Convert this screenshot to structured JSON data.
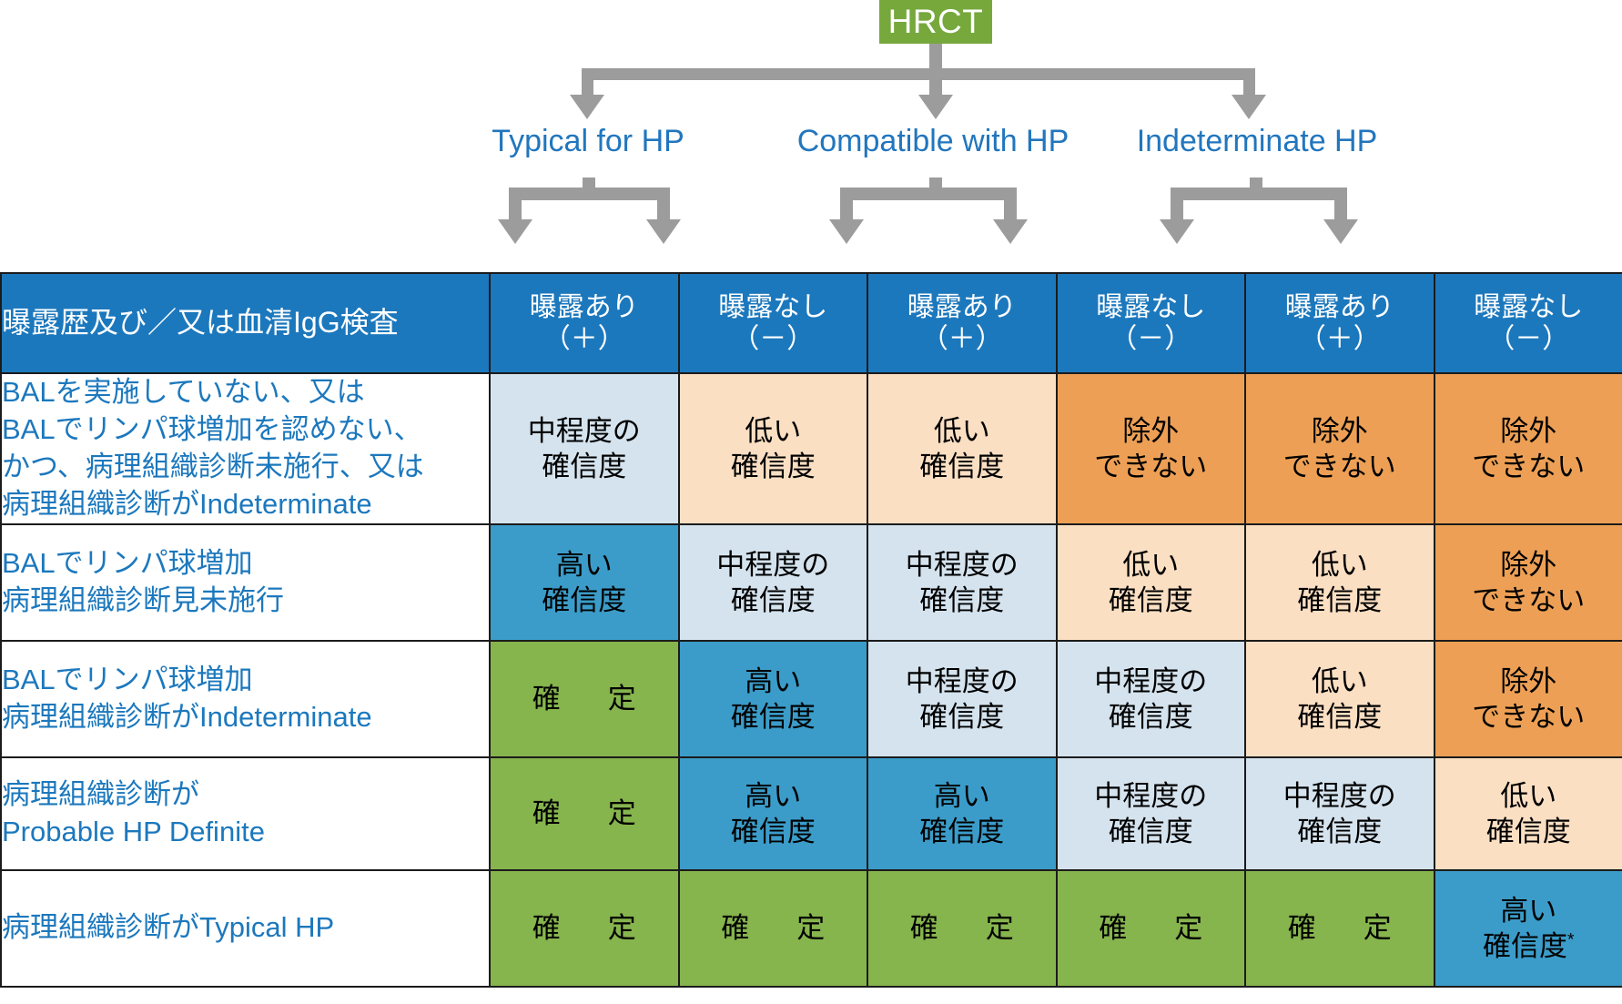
{
  "flowchart": {
    "root": {
      "label": "HRCT",
      "color": "#76a83c"
    },
    "branches": [
      {
        "label": "Typical for HP"
      },
      {
        "label": "Compatible with HP"
      },
      {
        "label": "Indeterminate HP"
      }
    ],
    "connector_color": "#9c9c9c",
    "branch_text_color": "#2176bd"
  },
  "table": {
    "header": {
      "row_label_header": "曝露歴及び／又は血清IgG検査",
      "columns": [
        {
          "line1": "曝露あり",
          "line2": "（＋）"
        },
        {
          "line1": "曝露なし",
          "line2": "（－）"
        },
        {
          "line1": "曝露あり",
          "line2": "（＋）"
        },
        {
          "line1": "曝露なし",
          "line2": "（－）"
        },
        {
          "line1": "曝露あり",
          "line2": "（＋）"
        },
        {
          "line1": "曝露なし",
          "line2": "（－）"
        }
      ],
      "bg": "#1c78bd",
      "fg": "#ffffff"
    },
    "legend_fills": {
      "confident": {
        "name": "確定",
        "color": "#86b44d",
        "text": "#ffffff"
      },
      "high": {
        "name": "高い確信度",
        "color": "#3b9cc9",
        "text": "#ffffff"
      },
      "moderate": {
        "name": "中程度の確信度",
        "color": "#d5e3ee",
        "text": "#000000"
      },
      "low": {
        "name": "低い確信度",
        "color": "#fbdfc3",
        "text": "#000000"
      },
      "cannot": {
        "name": "除外できない",
        "color": "#eda055",
        "text": "#000000"
      }
    },
    "rows": [
      {
        "label_lines": [
          "BALを実施していない、又は",
          "BALでリンパ球増加を認めない、",
          "かつ、病理組織診断未施行、又は",
          "病理組織診断がIndeterminate"
        ],
        "cells": [
          {
            "line1": "中程度の",
            "line2": "確信度",
            "fill": "fill-lightblue"
          },
          {
            "line1": "低い",
            "line2": "確信度",
            "fill": "fill-peach"
          },
          {
            "line1": "低い",
            "line2": "確信度",
            "fill": "fill-peach"
          },
          {
            "line1": "除外",
            "line2": "できない",
            "fill": "fill-orange"
          },
          {
            "line1": "除外",
            "line2": "できない",
            "fill": "fill-orange"
          },
          {
            "line1": "除外",
            "line2": "できない",
            "fill": "fill-orange"
          }
        ]
      },
      {
        "label_lines": [
          "BALでリンパ球増加",
          "病理組織診断見未施行"
        ],
        "cells": [
          {
            "line1": "高い",
            "line2": "確信度",
            "fill": "fill-blue"
          },
          {
            "line1": "中程度の",
            "line2": "確信度",
            "fill": "fill-lightblue"
          },
          {
            "line1": "中程度の",
            "line2": "確信度",
            "fill": "fill-lightblue"
          },
          {
            "line1": "低い",
            "line2": "確信度",
            "fill": "fill-peach"
          },
          {
            "line1": "低い",
            "line2": "確信度",
            "fill": "fill-peach"
          },
          {
            "line1": "除外",
            "line2": "できない",
            "fill": "fill-orange"
          }
        ]
      },
      {
        "label_lines": [
          "BALでリンパ球増加",
          "病理組織診断がIndeterminate"
        ],
        "cells": [
          {
            "line1": "確　定",
            "line2": "",
            "fill": "fill-green",
            "spaced": true
          },
          {
            "line1": "高い",
            "line2": "確信度",
            "fill": "fill-blue"
          },
          {
            "line1": "中程度の",
            "line2": "確信度",
            "fill": "fill-lightblue"
          },
          {
            "line1": "中程度の",
            "line2": "確信度",
            "fill": "fill-lightblue"
          },
          {
            "line1": "低い",
            "line2": "確信度",
            "fill": "fill-peach"
          },
          {
            "line1": "除外",
            "line2": "できない",
            "fill": "fill-orange"
          }
        ]
      },
      {
        "label_lines": [
          "病理組織診断が",
          "Probable HP Definite"
        ],
        "cells": [
          {
            "line1": "確　定",
            "line2": "",
            "fill": "fill-green",
            "spaced": true
          },
          {
            "line1": "高い",
            "line2": "確信度",
            "fill": "fill-blue"
          },
          {
            "line1": "高い",
            "line2": "確信度",
            "fill": "fill-blue"
          },
          {
            "line1": "中程度の",
            "line2": "確信度",
            "fill": "fill-lightblue"
          },
          {
            "line1": "中程度の",
            "line2": "確信度",
            "fill": "fill-lightblue"
          },
          {
            "line1": "低い",
            "line2": "確信度",
            "fill": "fill-peach"
          }
        ]
      },
      {
        "label_lines": [
          "病理組織診断がTypical HP"
        ],
        "cells": [
          {
            "line1": "確　定",
            "line2": "",
            "fill": "fill-green",
            "spaced": true
          },
          {
            "line1": "確　定",
            "line2": "",
            "fill": "fill-green",
            "spaced": true
          },
          {
            "line1": "確　定",
            "line2": "",
            "fill": "fill-green",
            "spaced": true
          },
          {
            "line1": "確　定",
            "line2": "",
            "fill": "fill-green",
            "spaced": true
          },
          {
            "line1": "確　定",
            "line2": "",
            "fill": "fill-green",
            "spaced": true
          },
          {
            "line1": "高い",
            "line2": "確信度",
            "star": true,
            "fill": "fill-blue"
          }
        ]
      }
    ]
  }
}
